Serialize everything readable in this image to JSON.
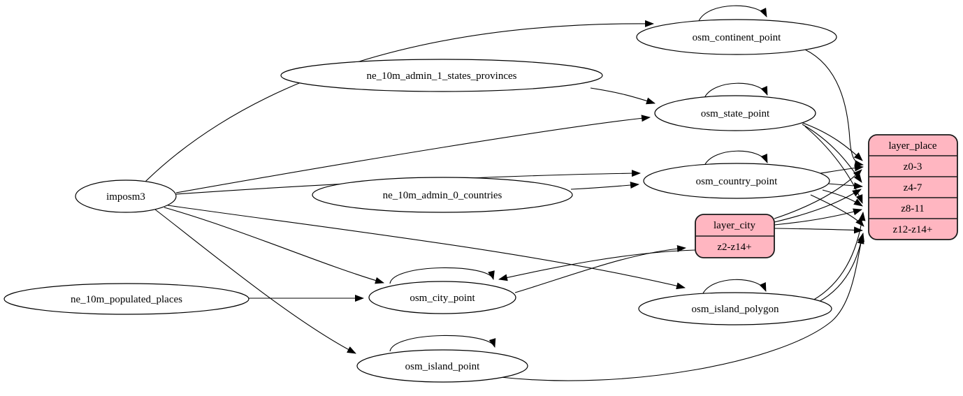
{
  "diagram_type": "graphviz-etl-graph",
  "colors": {
    "background": "#ffffff",
    "ellipse_fill": "#ffffff",
    "record_fill": "#ffb6c1",
    "stroke": "#000000"
  },
  "nodes": {
    "imposm3": {
      "label": "imposm3"
    },
    "ne_10m_admin_1_states_provinces": {
      "label": "ne_10m_admin_1_states_provinces"
    },
    "ne_10m_admin_0_countries": {
      "label": "ne_10m_admin_0_countries"
    },
    "ne_10m_populated_places": {
      "label": "ne_10m_populated_places"
    },
    "osm_continent_point": {
      "label": "osm_continent_point"
    },
    "osm_state_point": {
      "label": "osm_state_point"
    },
    "osm_country_point": {
      "label": "osm_country_point"
    },
    "osm_city_point": {
      "label": "osm_city_point"
    },
    "osm_island_polygon": {
      "label": "osm_island_polygon"
    },
    "osm_island_point": {
      "label": "osm_island_point"
    },
    "layer_place": {
      "title": "layer_place",
      "rows": [
        "z0-3",
        "z4-7",
        "z8-11",
        "z12-z14+"
      ]
    },
    "layer_city": {
      "title": "layer_city",
      "rows": [
        "z2-z14+"
      ]
    }
  },
  "edges": [
    {
      "from": "imposm3",
      "to": "osm_continent_point"
    },
    {
      "from": "imposm3",
      "to": "osm_state_point"
    },
    {
      "from": "imposm3",
      "to": "osm_country_point"
    },
    {
      "from": "imposm3",
      "to": "osm_city_point"
    },
    {
      "from": "imposm3",
      "to": "osm_island_polygon"
    },
    {
      "from": "imposm3",
      "to": "osm_island_point"
    },
    {
      "from": "ne_10m_admin_1_states_provinces",
      "to": "osm_state_point"
    },
    {
      "from": "ne_10m_admin_0_countries",
      "to": "osm_country_point"
    },
    {
      "from": "ne_10m_populated_places",
      "to": "osm_city_point"
    },
    {
      "from": "osm_continent_point",
      "to": "osm_continent_point"
    },
    {
      "from": "osm_state_point",
      "to": "osm_state_point"
    },
    {
      "from": "osm_country_point",
      "to": "osm_country_point"
    },
    {
      "from": "osm_city_point",
      "to": "osm_city_point"
    },
    {
      "from": "osm_island_polygon",
      "to": "osm_island_polygon"
    },
    {
      "from": "osm_island_point",
      "to": "osm_island_point"
    },
    {
      "from": "osm_city_point",
      "to": "layer_city:z2-z14+"
    },
    {
      "from": "layer_city",
      "to": "osm_city_point"
    },
    {
      "from": "osm_continent_point",
      "to": "layer_place:z0-3"
    },
    {
      "from": "osm_state_point",
      "to": "layer_place:z0-3"
    },
    {
      "from": "osm_state_point",
      "to": "layer_place:z4-7"
    },
    {
      "from": "osm_state_point",
      "to": "layer_place:z8-11"
    },
    {
      "from": "osm_country_point",
      "to": "layer_place:z0-3"
    },
    {
      "from": "osm_country_point",
      "to": "layer_place:z4-7"
    },
    {
      "from": "osm_country_point",
      "to": "layer_place:z8-11"
    },
    {
      "from": "osm_country_point",
      "to": "layer_place:z12-z14+"
    },
    {
      "from": "layer_city",
      "to": "layer_place:z0-3"
    },
    {
      "from": "layer_city",
      "to": "layer_place:z4-7"
    },
    {
      "from": "layer_city",
      "to": "layer_place:z8-11"
    },
    {
      "from": "layer_city",
      "to": "layer_place:z12-z14+"
    },
    {
      "from": "osm_island_polygon",
      "to": "layer_place:z8-11"
    },
    {
      "from": "osm_island_polygon",
      "to": "layer_place:z12-z14+"
    },
    {
      "from": "osm_island_point",
      "to": "layer_place:z12-z14+"
    }
  ]
}
